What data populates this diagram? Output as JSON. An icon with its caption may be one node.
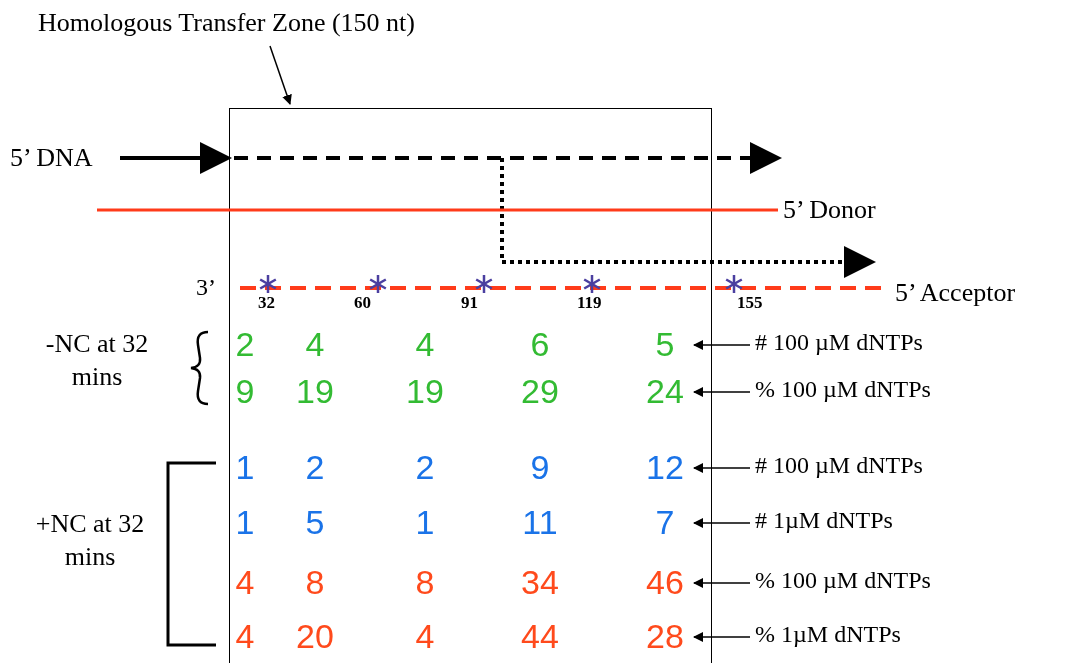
{
  "diagram": {
    "nodes": [
      {
        "text": [
          "Homologous Transfer Zone (150 nt)"
        ]
      },
      {
        "text": [],
        "shape": "box"
      },
      {
        "text": [
          "# 100 µM dNTPs"
        ]
      },
      {
        "text": [
          "% 100 µM dNTPs"
        ]
      },
      {
        "text": [
          "# 100 µM dNTPs"
        ]
      },
      {
        "text": [
          "# 1µM dNTPs"
        ]
      },
      {
        "text": [
          "% 100 µM dNTPs"
        ]
      },
      {
        "text": [
          "% 1µM dNTPs"
        ]
      }
    ],
    "edges": [
      {
        "from": 0,
        "to": 1,
        "arrow": "to"
      },
      {
        "from": 2,
        "to": 1,
        "arrow": "to"
      },
      {
        "from": 3,
        "to": 1,
        "arrow": "to"
      },
      {
        "from": 4,
        "to": 1,
        "arrow": "to"
      },
      {
        "from": 5,
        "to": 1,
        "arrow": "to"
      },
      {
        "from": 6,
        "to": 1,
        "arrow": "to"
      },
      {
        "from": 7,
        "to": 1,
        "arrow": "to"
      }
    ],
    "labels": [
      "5’ DNA",
      "5’ Donor",
      "3’",
      "32",
      "60",
      "91",
      "119",
      "155",
      "5’ Acceptor",
      "-NC at 32 mins",
      "+NC at 32 mins",
      "2",
      "4",
      "4",
      "6",
      "5",
      "9",
      "19",
      "19",
      "29",
      "24",
      "1",
      "2",
      "2",
      "9",
      "12",
      "1",
      "5",
      "1",
      "11",
      "7",
      "4",
      "8",
      "8",
      "34",
      "46",
      "4",
      "20",
      "4",
      "44",
      "28"
    ]
  }
}
